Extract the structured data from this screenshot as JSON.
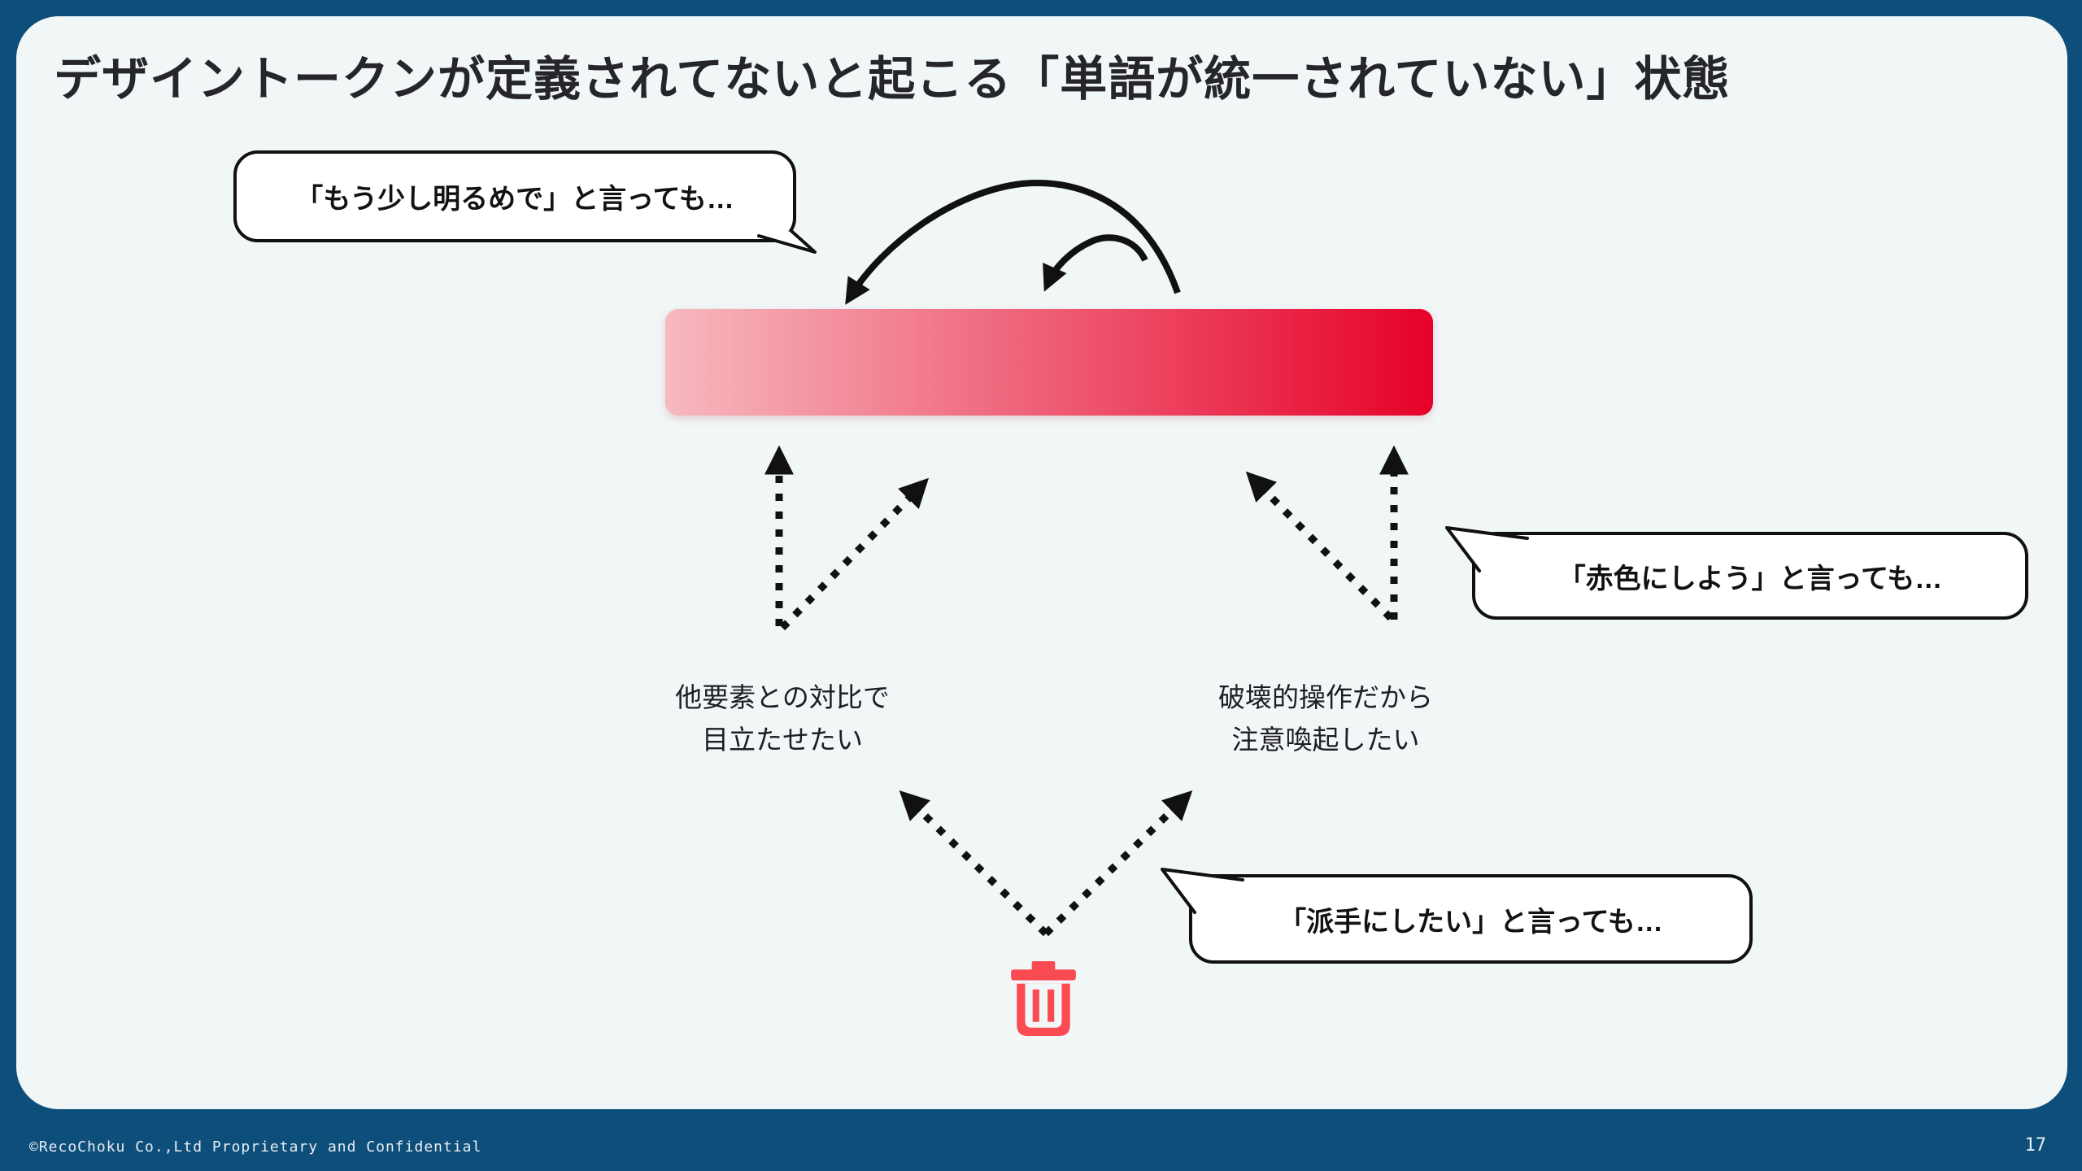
{
  "slide": {
    "title": "デザイントークンが定義されてないと起こる「単語が統一されていない」状態",
    "footer": "©RecoChoku Co.,Ltd Proprietary and Confidential",
    "page_number": "17"
  },
  "bubbles": {
    "brighter": "「もう少し明るめで」と言っても…",
    "red_color": "「赤色にしよう」と言っても…",
    "flashy": "「派手にしたい」と言っても…"
  },
  "labels": {
    "contrast": {
      "line1": "他要素との対比で",
      "line2": "目立たせたい"
    },
    "destructive": {
      "line1": "破壊的操作だから",
      "line2": "注意喚起したい"
    }
  },
  "icons": {
    "trash": "trash-can-icon"
  },
  "colors": {
    "bg": "#0E4E7B",
    "panel": "#F1F6F7",
    "title": "#26262A",
    "stroke": "#111111",
    "bar_start": "#F7B9BF",
    "bar_end": "#E60129",
    "trash": "#FA4B52",
    "footer_text": "#E9EFF3"
  }
}
